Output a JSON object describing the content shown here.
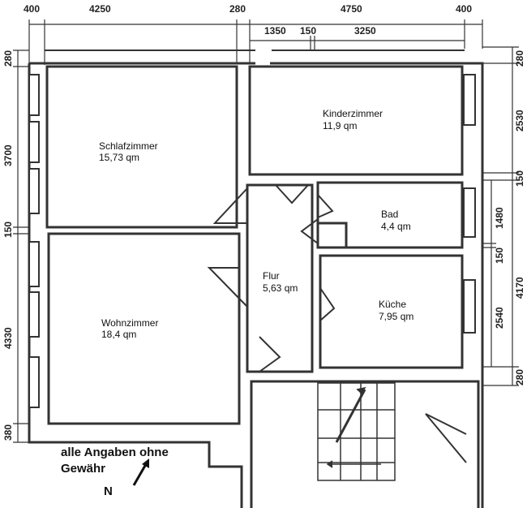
{
  "dimensions": {
    "top": [
      "400",
      "4250",
      "280",
      "4750",
      "400"
    ],
    "top_inner": [
      "1350",
      "150",
      "3250"
    ],
    "left": [
      "280",
      "3700",
      "150",
      "4330",
      "380"
    ],
    "right_outer": [
      "280",
      "2530",
      "150",
      "4170",
      "280"
    ],
    "right_inner": [
      "1480",
      "150",
      "2540"
    ]
  },
  "rooms": [
    {
      "name": "Schlafzimmer",
      "area": "15,73 qm"
    },
    {
      "name": "Kinderzimmer",
      "area": "11,9 qm"
    },
    {
      "name": "Bad",
      "area": "4,4 qm"
    },
    {
      "name": "Flur",
      "area": "5,63 qm"
    },
    {
      "name": "Küche",
      "area": "7,95 qm"
    },
    {
      "name": "Wohnzimmer",
      "area": "18,4 qm"
    }
  ],
  "note": {
    "line1": "alle Angaben ohne",
    "line2": "Gewähr",
    "north": "N"
  }
}
